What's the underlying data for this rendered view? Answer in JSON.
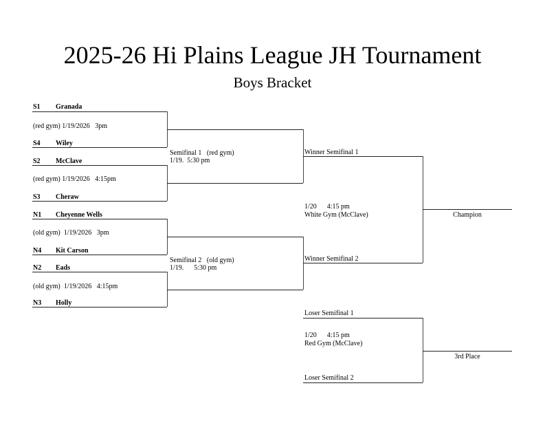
{
  "header": {
    "title": "2025-26 Hi Plains League JH Tournament",
    "subtitle": "Boys Bracket"
  },
  "first_round": [
    {
      "top": {
        "seed": "S1",
        "team": "Granada"
      },
      "info": "(red gym) 1/19/2026   3pm",
      "bottom": {
        "seed": "S4",
        "team": "Wiley"
      }
    },
    {
      "top": {
        "seed": "S2",
        "team": "McClave"
      },
      "info": "(red gym) 1/19/2026   4:15pm",
      "bottom": {
        "seed": "S3",
        "team": "Cheraw"
      }
    },
    {
      "top": {
        "seed": "N1",
        "team": "Cheyenne Wells"
      },
      "info": "(old gym)  1/19/2026   3pm",
      "bottom": {
        "seed": "N4",
        "team": "Kit Carson"
      }
    },
    {
      "top": {
        "seed": "N2",
        "team": "Eads"
      },
      "info": "(old gym)  1/19/2026   4:15pm",
      "bottom": {
        "seed": "N3",
        "team": "Holly"
      }
    }
  ],
  "semifinals": [
    {
      "line1": "Semifinal 1   (red gym)",
      "line2": "1/19.  5:30 pm"
    },
    {
      "line1": "Semifinal 2   (old gym)",
      "line2": "1/19.      5:30 pm"
    }
  ],
  "final": {
    "top_label": "Winner Semifinal 1",
    "bottom_label": "Winner Semifinal 2",
    "line1": "1/20      4:15 pm",
    "line2": "White Gym (McClave)",
    "result_label": "Champion"
  },
  "third_place": {
    "top_label": "Loser Semifinal 1",
    "bottom_label": "Loser Semifinal 2",
    "line1": "1/20      4:15 pm",
    "line2": "Red Gym (McClave)",
    "result_label": "3rd Place"
  },
  "colors": {
    "line": "#222222",
    "text": "#000000",
    "background": "#ffffff"
  }
}
